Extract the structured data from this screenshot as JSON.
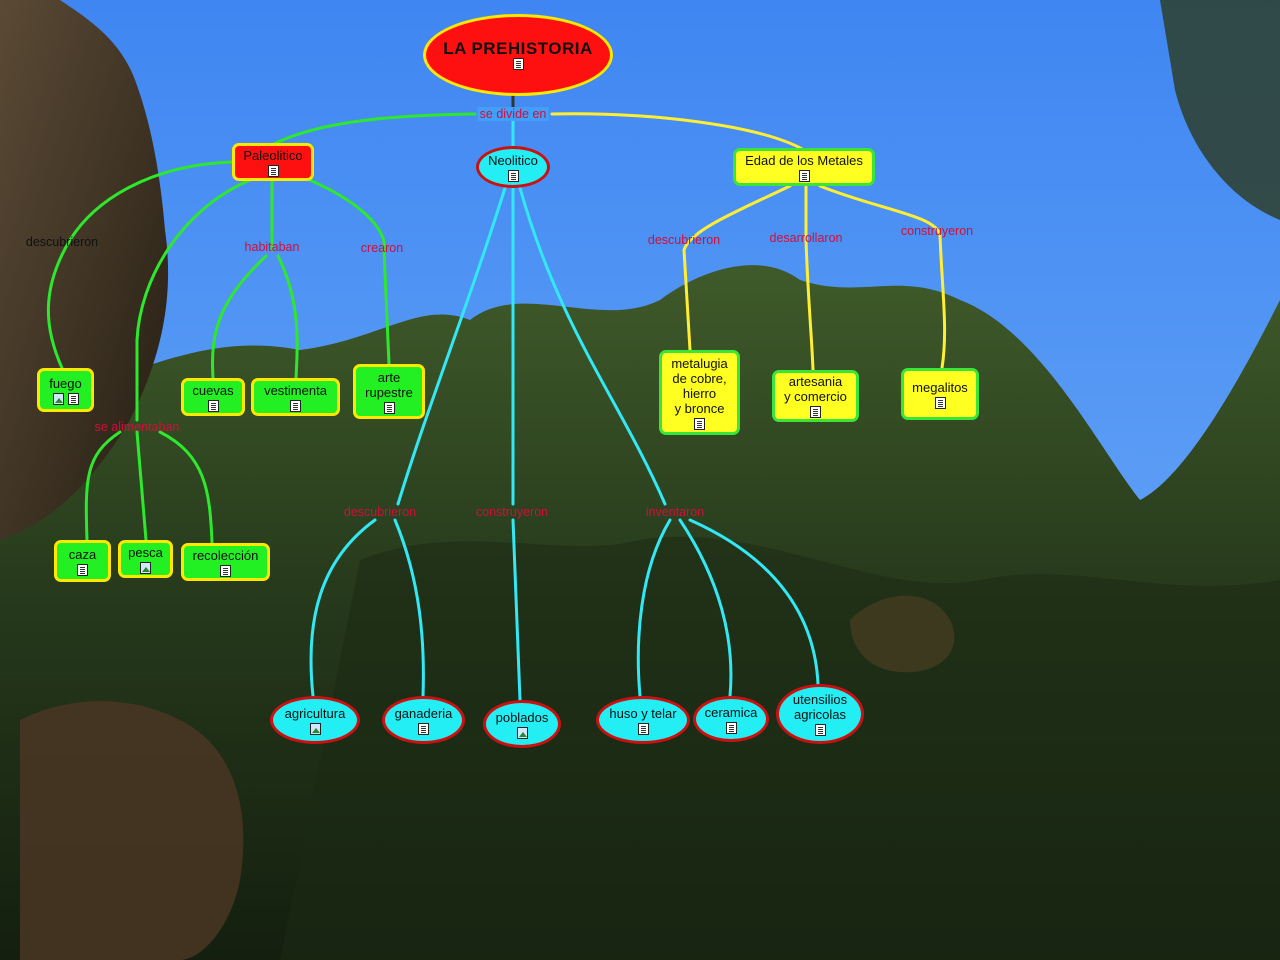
{
  "diagram": {
    "title": "LA PREHISTORIA",
    "colors": {
      "paleo_link": "#2ee82e",
      "neo_link": "#33e8f5",
      "metal_link": "#ffee33",
      "link_label": "#d0103a"
    },
    "link_labels": {
      "se_divide_en": "se divide en",
      "paleo_descubrieron": "descubrieron",
      "paleo_habitaban": "habitaban",
      "paleo_crearon": "crearon",
      "paleo_se_alimentaban": "se alimentaban",
      "neo_descubrieron": "descubrieron",
      "neo_construyeron": "construyeron",
      "neo_inventaron": "inventaron",
      "metal_descubrieron": "descubrieron",
      "metal_desarrollaron": "desarrollaron",
      "metal_construyeron": "construyeron"
    },
    "nodes": {
      "paleolitico": {
        "label": "Paleolitico",
        "icons": [
          "doc"
        ]
      },
      "neolitico": {
        "label": "Neolitico",
        "icons": [
          "doc"
        ]
      },
      "metales": {
        "label": "Edad de los Metales",
        "icons": [
          "doc"
        ]
      },
      "fuego": {
        "label": "fuego",
        "icons": [
          "img",
          "doc"
        ]
      },
      "cuevas": {
        "label": "cuevas",
        "icons": [
          "doc"
        ]
      },
      "vestimenta": {
        "label": "vestimenta",
        "icons": [
          "doc"
        ]
      },
      "arte": {
        "label": "arte\nrupestre",
        "icons": [
          "doc"
        ]
      },
      "caza": {
        "label": "caza",
        "icons": [
          "doc"
        ]
      },
      "pesca": {
        "label": "pesca",
        "icons": [
          "img"
        ]
      },
      "recoleccion": {
        "label": "recolección",
        "icons": [
          "doc"
        ]
      },
      "metalurgia": {
        "label": "metalugia\nde cobre,\nhierro\ny bronce",
        "icons": [
          "doc"
        ]
      },
      "artesania": {
        "label": "artesania\ny comercio",
        "icons": [
          "doc"
        ]
      },
      "megalitos": {
        "label": "megalitos",
        "icons": [
          "doc"
        ]
      },
      "agricultura": {
        "label": "agricultura",
        "icons": [
          "img"
        ]
      },
      "ganaderia": {
        "label": "ganaderia",
        "icons": [
          "doc"
        ]
      },
      "poblados": {
        "label": "poblados",
        "icons": [
          "img"
        ]
      },
      "huso": {
        "label": "huso y telar",
        "icons": [
          "doc"
        ]
      },
      "ceramica": {
        "label": "ceramica",
        "icons": [
          "doc"
        ]
      },
      "utensilios": {
        "label": "utensilios\nagricolas",
        "icons": [
          "doc"
        ]
      }
    }
  }
}
